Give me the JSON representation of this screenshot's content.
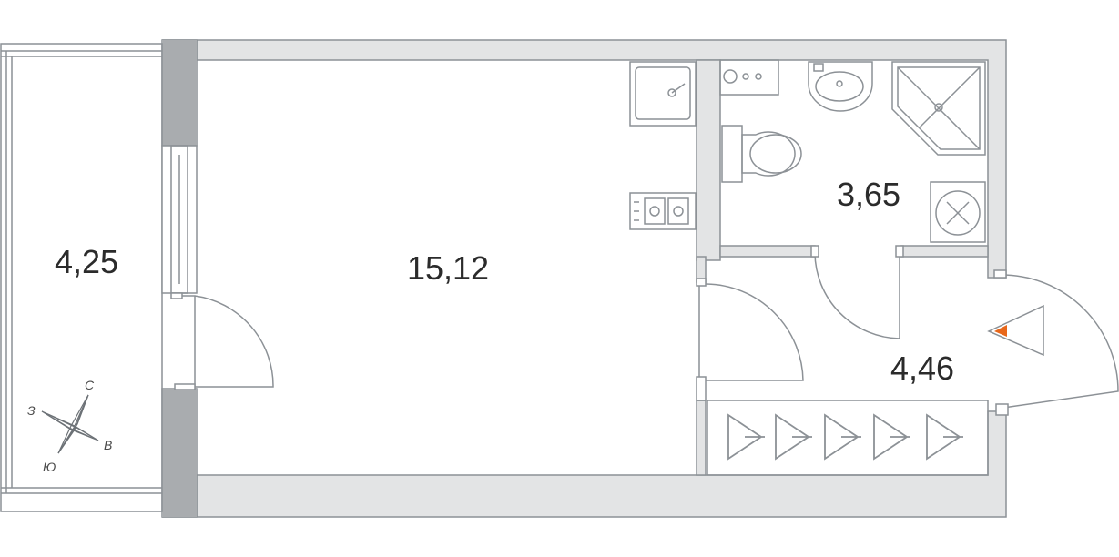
{
  "rooms": {
    "balcony": {
      "area": "4,25"
    },
    "living": {
      "area": "15,12"
    },
    "bathroom": {
      "area": "3,65"
    },
    "hallway": {
      "area": "4,46"
    }
  },
  "compass": {
    "north": "С",
    "west": "З",
    "east": "В",
    "south": "Ю"
  },
  "colors": {
    "wall_fill": "#e3e4e5",
    "wall_stroke": "#8c9196",
    "column_fill": "#a9acaf",
    "fixture_stroke": "#8c9196",
    "entrance_marker": "#e8671a"
  },
  "icons": [
    "compass-rose-icon",
    "entrance-arrow-icon",
    "sink-icon",
    "stove-icon",
    "toilet-icon",
    "shower-icon",
    "washing-machine-icon",
    "hanger-icon"
  ]
}
